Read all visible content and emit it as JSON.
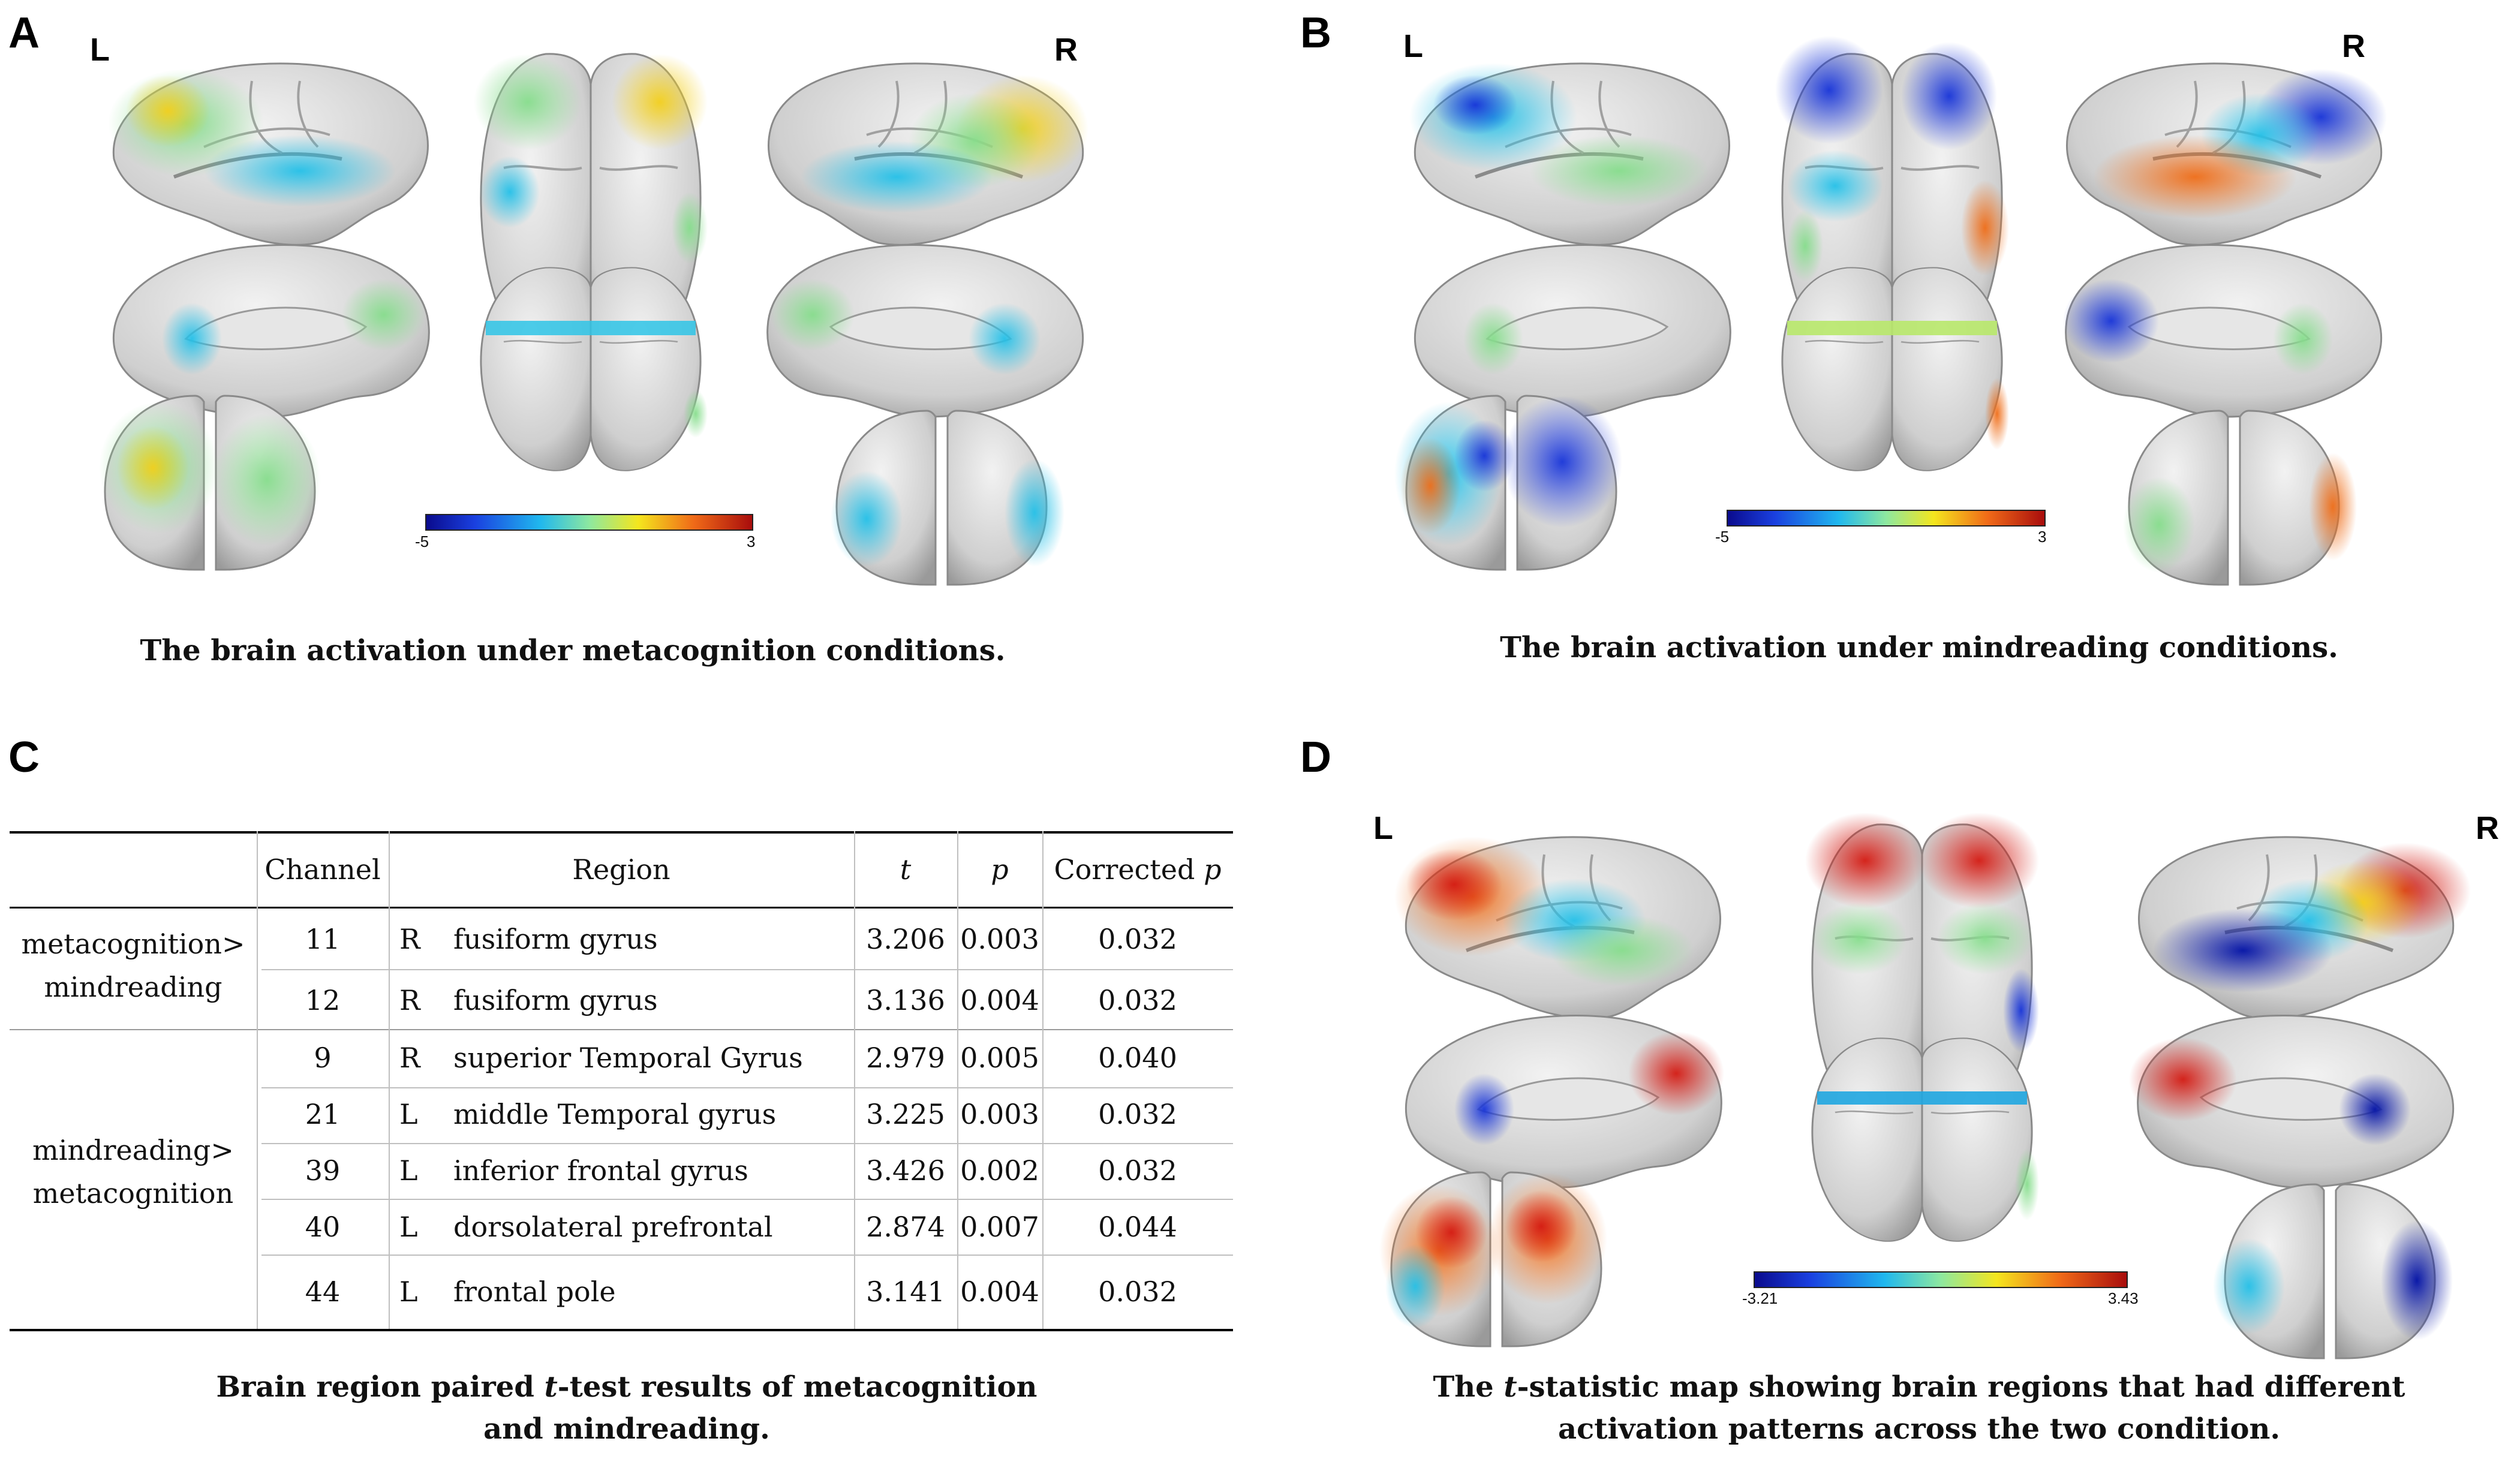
{
  "panels": {
    "A": {
      "letter": "A",
      "left_label": "L",
      "right_label": "R",
      "colorbar_min": "-5",
      "colorbar_max": "3",
      "caption": "The brain activation under metacognition conditions."
    },
    "B": {
      "letter": "B",
      "left_label": "L",
      "right_label": "R",
      "colorbar_min": "-5",
      "colorbar_max": "3",
      "caption": "The brain activation under mindreading conditions."
    },
    "C": {
      "letter": "C",
      "caption_line1_pre": "Brain region paired ",
      "caption_line1_t": "t",
      "caption_line1_post": "-test results of metacognition",
      "caption_line2": "and mindreading."
    },
    "D": {
      "letter": "D",
      "left_label": "L",
      "right_label": "R",
      "colorbar_min": "-3.21",
      "colorbar_max": "3.43",
      "caption_line1_pre": "The ",
      "caption_line1_t": "t",
      "caption_line1_post": "-statistic map showing brain regions that had different",
      "caption_line2": "activation patterns across the two condition."
    }
  },
  "colors": {
    "cold": "#1a1aa8",
    "cyan": "#2ec4e6",
    "green": "#8fe08a",
    "yellow": "#f2d21f",
    "orange": "#f07a1c",
    "hot": "#c81414",
    "brain_gray": "#d9d9d9"
  },
  "table": {
    "headers": {
      "channel": "Channel",
      "region": "Region",
      "t": "t",
      "p": "p",
      "corrected_pre": "Corrected ",
      "corrected_p": "p"
    },
    "groups": [
      {
        "line1": "metacognition>",
        "line2": "mindreading"
      },
      {
        "line1": "mindreading>",
        "line2": "metacognition"
      }
    ],
    "rows": [
      {
        "channel": "11",
        "side": "R",
        "region": "fusiform gyrus",
        "t": "3.206",
        "p": "0.003",
        "corrected": "0.032"
      },
      {
        "channel": "12",
        "side": "R",
        "region": "fusiform gyrus",
        "t": "3.136",
        "p": "0.004",
        "corrected": "0.032"
      },
      {
        "channel": "9",
        "side": "R",
        "region": "superior Temporal Gyrus",
        "t": "2.979",
        "p": "0.005",
        "corrected": "0.040"
      },
      {
        "channel": "21",
        "side": "L",
        "region": "middle Temporal gyrus",
        "t": "3.225",
        "p": "0.003",
        "corrected": "0.032"
      },
      {
        "channel": "39",
        "side": "L",
        "region": "inferior frontal gyrus",
        "t": "3.426",
        "p": "0.002",
        "corrected": "0.032"
      },
      {
        "channel": "40",
        "side": "L",
        "region": "dorsolateral prefrontal",
        "t": "2.874",
        "p": "0.007",
        "corrected": "0.044"
      },
      {
        "channel": "44",
        "side": "L",
        "region": "frontal pole",
        "t": "3.141",
        "p": "0.004",
        "corrected": "0.032"
      }
    ]
  }
}
